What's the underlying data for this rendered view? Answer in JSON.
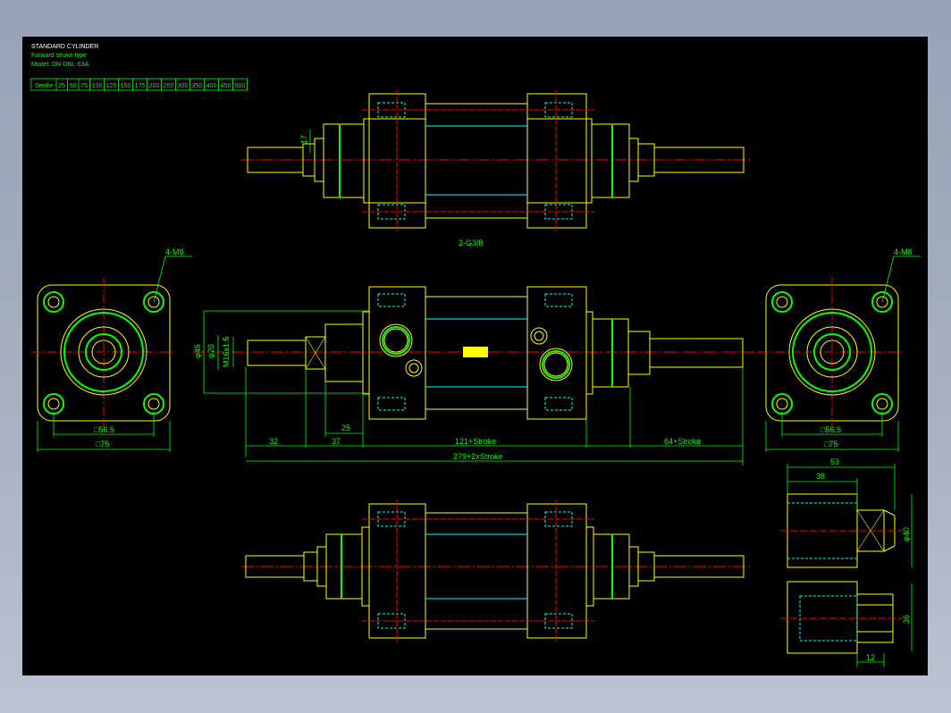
{
  "header": {
    "title": "STANDARD CYLINDER",
    "subtitle": "Forward stroke type",
    "model": "Model: DN-DNL-63A"
  },
  "stroke_table": {
    "label": "Stroke",
    "values": [
      "25",
      "50",
      "75",
      "100",
      "125",
      "150",
      "175",
      "200",
      "250",
      "300",
      "350",
      "400",
      "450",
      "500"
    ]
  },
  "labels": {
    "port": "2-G3/8",
    "thread_left": "4-M8",
    "thread_right": "4-M8",
    "dim_17": "17",
    "dim_45": "φ45",
    "dim_20": "φ20",
    "dim_m16": "M16x1.5",
    "dim_25": "25",
    "dim_32": "32",
    "dim_37": "37",
    "dim_121": "121+Stroke",
    "dim_64": "64+Stroke",
    "dim_279": "279+2xStroke",
    "dim_565_left": "□56.5",
    "dim_75_left": "□75",
    "dim_565_right": "□56.5",
    "dim_75_right": "□75",
    "dim_53": "53",
    "dim_38": "38",
    "dim_40": "φ40",
    "dim_36": "36",
    "dim_12": "12"
  },
  "colors": {
    "background": "#000000",
    "outline": "#ffff00",
    "dimension": "#00ff00",
    "centerline": "#ff0000",
    "hidden": "#00ffff",
    "text": "#ffffff"
  }
}
